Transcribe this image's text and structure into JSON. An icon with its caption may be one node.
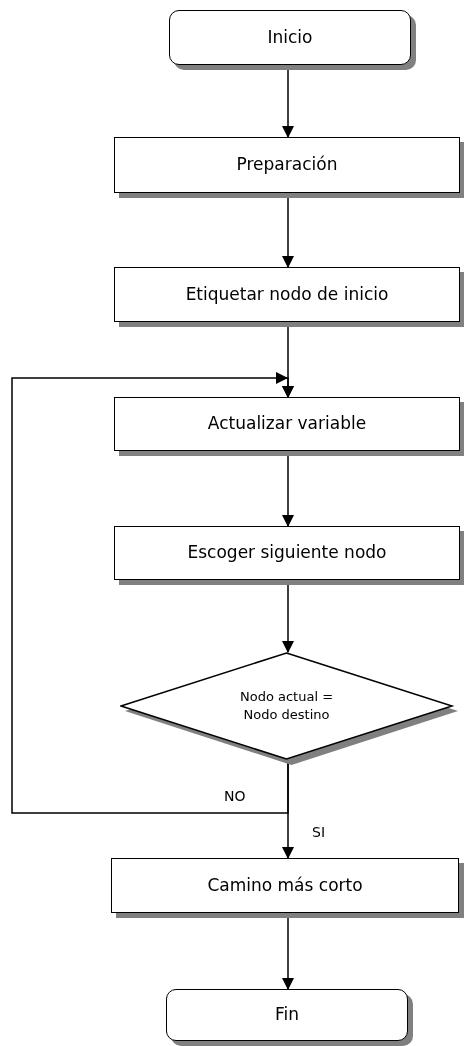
{
  "diagram": {
    "nodes": [
      {
        "text": [
          "Inicio"
        ]
      },
      {
        "text": [
          "Preparación"
        ]
      },
      {
        "text": [
          "Etiquetar nodo de inicio"
        ]
      },
      {
        "text": [
          "Actualizar variable"
        ]
      },
      {
        "text": [
          "Escoger siguiente nodo"
        ]
      },
      {
        "text": [
          "Nodo actual = Nodo destino"
        ]
      },
      {
        "text": [
          "Camino más corto"
        ]
      },
      {
        "text": [
          "Fin"
        ]
      }
    ],
    "edges": [
      {
        "from": 0,
        "to": 1,
        "arrow": "to"
      },
      {
        "from": 1,
        "to": 2,
        "arrow": "to"
      },
      {
        "from": 2,
        "to": 3,
        "arrow": "to"
      },
      {
        "from": 3,
        "to": 4,
        "arrow": "to"
      },
      {
        "from": 4,
        "to": 5,
        "arrow": "to"
      },
      {
        "from": 5,
        "to": 3,
        "arrow": "to",
        "label": "NO"
      },
      {
        "from": 5,
        "to": 6,
        "arrow": "to",
        "label": "SI"
      },
      {
        "from": 6,
        "to": 7,
        "arrow": "to"
      }
    ]
  }
}
